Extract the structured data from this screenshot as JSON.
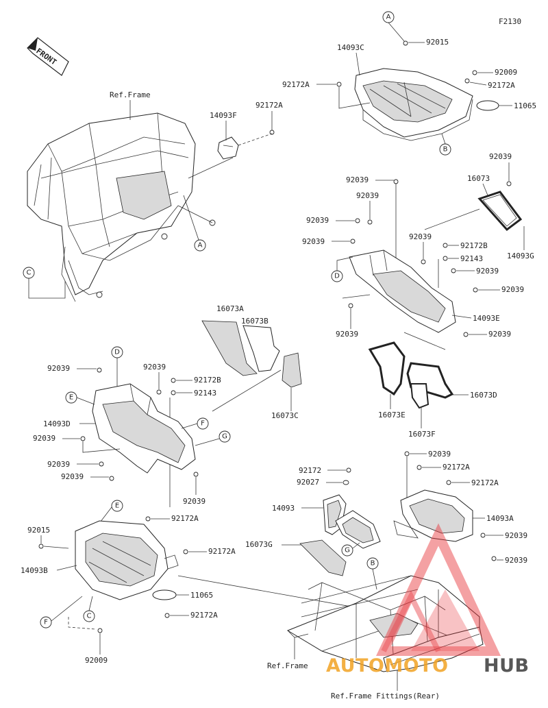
{
  "diagram_id": "F2130",
  "front_label": "FRONT",
  "ref_labels": {
    "frame_top": "Ref.Frame",
    "frame_bottom": "Ref.Frame",
    "fittings": "Ref.Frame Fittings(Rear)"
  },
  "callouts": {
    "A": "A",
    "B": "B",
    "C": "C",
    "D": "D",
    "E": "E",
    "F": "F",
    "G": "G"
  },
  "parts": {
    "p92015_top": "92015",
    "p14093C": "14093C",
    "p92009_top": "92009",
    "p92172A_1": "92172A",
    "p92172A_2": "92172A",
    "p11065_top": "11065",
    "p14093F": "14093F",
    "p92172A_3": "92172A",
    "p92039_a": "92039",
    "p16073": "16073",
    "p92039_b": "92039",
    "p92039_c": "92039",
    "p92039_d": "92039",
    "p92039_e": "92039",
    "p92039_f": "92039",
    "p92172B_1": "92172B",
    "p92143_1": "92143",
    "p14093G": "14093G",
    "p92039_g": "92039",
    "p92039_h": "92039",
    "p14093E": "14093E",
    "p92039_i": "92039",
    "p92039_j": "92039",
    "p16073A": "16073A",
    "p16073B": "16073B",
    "p16073C": "16073C",
    "p16073D": "16073D",
    "p16073E": "16073E",
    "p16073F": "16073F",
    "p92039_k": "92039",
    "p92039_l": "92039",
    "p92172B_2": "92172B",
    "p92143_2": "92143",
    "p14093D": "14093D",
    "p92039_m": "92039",
    "p92039_n": "92039",
    "p92039_o": "92039",
    "p92039_p": "92039",
    "p92039_q": "92039",
    "p92172_1": "92172",
    "p92172A_4": "92172A",
    "p92027": "92027",
    "p92172A_5": "92172A",
    "p14093": "14093",
    "p14093A": "14093A",
    "p92039_r": "92039",
    "p92039_s": "92039",
    "p16073G": "16073G",
    "p92015_bot": "92015",
    "p92172A_6": "92172A",
    "p92172A_7": "92172A",
    "p14093B": "14093B",
    "p11065_bot": "11065",
    "p92172A_8": "92172A",
    "p92009_bot": "92009"
  },
  "watermark": {
    "text_a": "AUTOMOTO",
    "text_b": "HUB",
    "color_a": "#f2a324",
    "color_b": "#3a3a3a",
    "logo_color": "#e8343a"
  }
}
